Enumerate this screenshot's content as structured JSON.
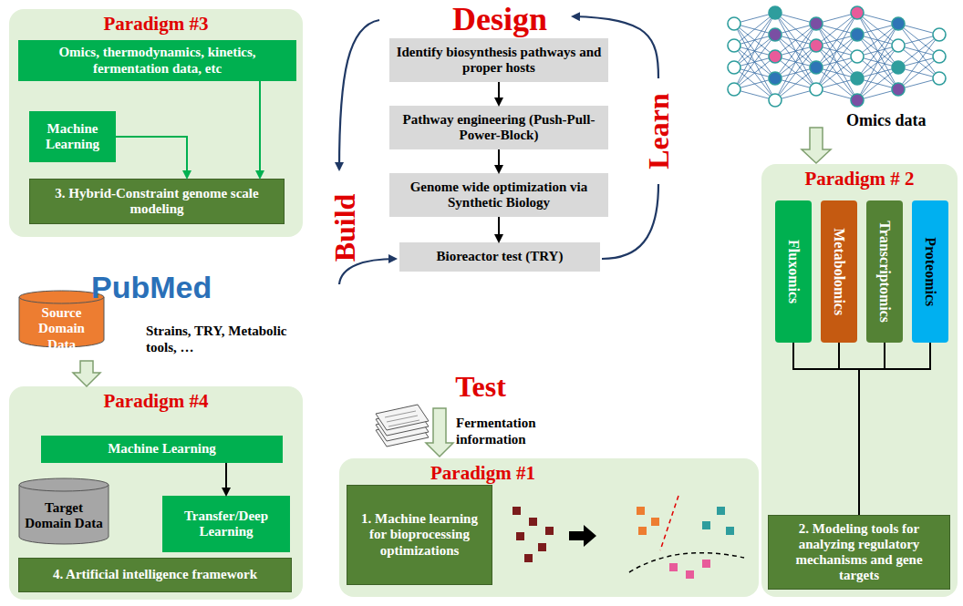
{
  "diagram": {
    "nodes": [
      {
        "text": [
          "Paradigm #3"
        ]
      },
      {
        "text": [
          "Omics, thermodynamics, kinetics, fermentation data, etc"
        ],
        "in": 0
      },
      {
        "text": [
          "Machine Learning"
        ],
        "in": 0
      },
      {
        "text": [
          "3. Hybrid-Constraint genome scale modeling"
        ],
        "in": 0
      },
      {
        "text": [
          "Identify biosynthesis pathways and proper hosts"
        ]
      },
      {
        "text": [
          "Pathway engineering (Push-Pull-Power-Block)"
        ]
      },
      {
        "text": [
          "Genome wide optimization via Synthetic Biology"
        ]
      },
      {
        "text": [
          "Bioreactor test (TRY)"
        ]
      },
      {
        "text": [
          "Source Domain Data"
        ]
      },
      {
        "text": [
          "Paradigm #4"
        ]
      },
      {
        "text": [
          "Machine Learning"
        ],
        "in": 9
      },
      {
        "text": [
          "Target Domain Data"
        ],
        "in": 9
      },
      {
        "text": [
          "Transfer/Deep Learning"
        ],
        "in": 9
      },
      {
        "text": [
          "4. Artificial intelligence framework"
        ],
        "in": 9
      },
      {
        "text": [
          "Paradigm #1"
        ]
      },
      {
        "text": [
          "1. Machine learning for bioprocessing optimizations"
        ],
        "in": 14
      },
      {
        "text": [
          "Paradigm # 2"
        ]
      },
      {
        "text": [
          "Fluxomics"
        ],
        "in": 16
      },
      {
        "text": [
          "Metabolomics"
        ],
        "in": 16
      },
      {
        "text": [
          "Transcriptomics"
        ],
        "in": 16
      },
      {
        "text": [
          "Proteomics"
        ],
        "in": 16
      },
      {
        "text": [
          "2. Modeling tools for analyzing regulatory mechanisms and gene targets"
        ],
        "in": 16
      }
    ],
    "edges": [
      {
        "from": 1,
        "to": 3,
        "arrow": "to"
      },
      {
        "from": 2,
        "to": 3,
        "arrow": "to"
      },
      {
        "from": 4,
        "to": 5,
        "arrow": "to"
      },
      {
        "from": 5,
        "to": 6,
        "arrow": "to"
      },
      {
        "from": 6,
        "to": 7,
        "arrow": "to"
      },
      {
        "from": 8,
        "to": 9,
        "arrow": "to"
      },
      {
        "from": 10,
        "to": 12,
        "arrow": "to"
      },
      {
        "from": 17,
        "to": 21,
        "arrow": "none"
      },
      {
        "from": 18,
        "to": 21,
        "arrow": "none"
      },
      {
        "from": 19,
        "to": 21,
        "arrow": "none"
      },
      {
        "from": 20,
        "to": 21,
        "arrow": "none"
      }
    ],
    "labels": [
      "Design",
      "Build",
      "Learn",
      "Test",
      "PubMed",
      "Strains, TRY, Metabolic tools, …",
      "Fermentation information",
      "Omics data"
    ]
  }
}
